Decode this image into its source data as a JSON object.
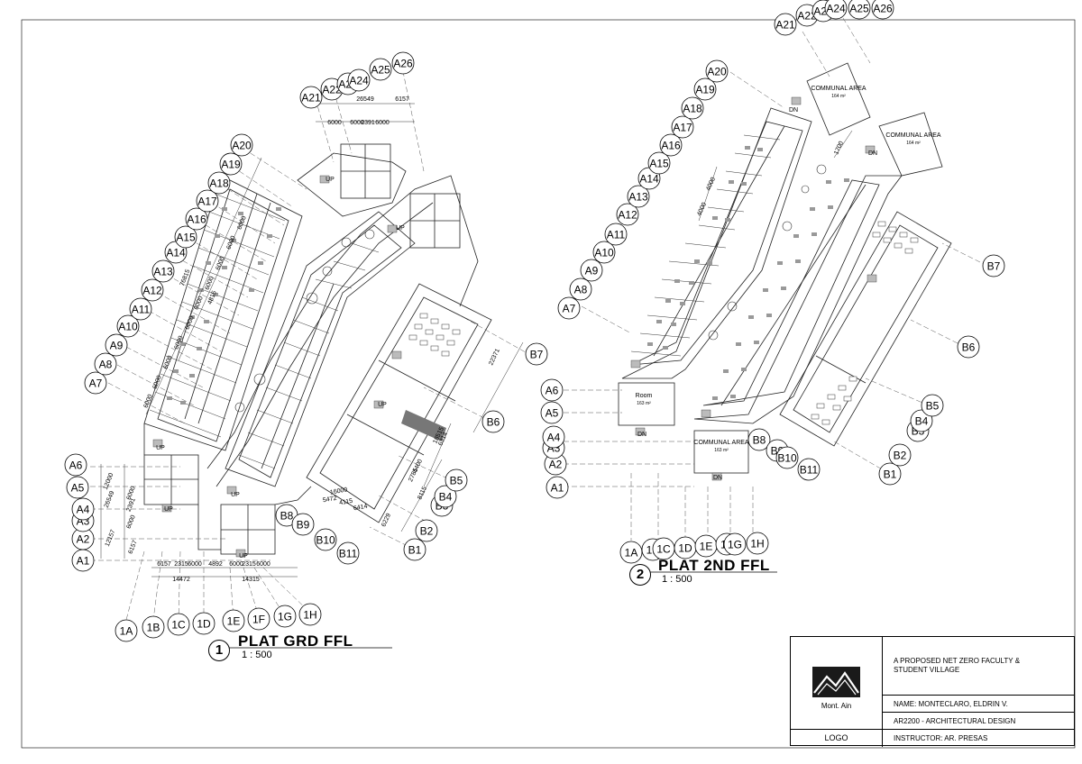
{
  "views": [
    {
      "number": "1",
      "title": "PLAT GRD FFL",
      "scale": "1 : 500"
    },
    {
      "number": "2",
      "title": "PLAT 2ND FFL",
      "scale": "1 : 500"
    }
  ],
  "title_block": {
    "project_line1": "A PROPOSED NET ZERO FACULTY &",
    "project_line2": "STUDENT VILLAGE",
    "name": "NAME: MONTECLARO, ELDRIN V.",
    "course": "AR2200 - ARCHITECTURAL DESIGN",
    "instructor": "INSTRUCTOR: AR. PRESAS",
    "logo_label": "LOGO",
    "brand": "Mont. Ain"
  },
  "plan1": {
    "grid_a_left": [
      "A1",
      "A2",
      "A3",
      "A4",
      "A5",
      "A6",
      "A7",
      "A8",
      "A9",
      "A10",
      "A11",
      "A12",
      "A13",
      "A14",
      "A15",
      "A16",
      "A17",
      "A18",
      "A19",
      "A20"
    ],
    "grid_a_top": [
      "A21",
      "A22",
      "A23",
      "A24",
      "A25",
      "A26"
    ],
    "grid_b": [
      "B1",
      "B2",
      "B3",
      "B4",
      "B5",
      "B6",
      "B7",
      "B8",
      "B9",
      "B10",
      "B11"
    ],
    "grid_1": [
      "1A",
      "1B",
      "1C",
      "1D",
      "1E",
      "1F",
      "1G",
      "1H"
    ],
    "dims_bottom": [
      "6157",
      "2315",
      "6000",
      "4892",
      "6000",
      "2315",
      "6000",
      "14472",
      "14315"
    ],
    "dims_top": [
      "26549",
      "6000",
      "6000",
      "2391",
      "6000",
      "6157"
    ],
    "dims_left": [
      "6000",
      "6000",
      "6000",
      "6000",
      "6000",
      "6000",
      "6000",
      "6000",
      "6000",
      "6000",
      "76815",
      "4815",
      "12000",
      "6000",
      "2391",
      "6000",
      "6157",
      "12157",
      "26549"
    ],
    "dims_right": [
      "22371",
      "18515",
      "6314",
      "8115",
      "2785",
      "4400",
      "5472",
      "4115",
      "6414",
      "6229",
      "16000"
    ],
    "labels_up": [
      "UP",
      "UP",
      "UP",
      "UP",
      "UP",
      "UP",
      "UP"
    ]
  },
  "plan2": {
    "grid_a_left": [
      "A1",
      "A2",
      "A3",
      "A4",
      "A5",
      "A6",
      "A7",
      "A8",
      "A9",
      "A10",
      "A11",
      "A12",
      "A13",
      "A14",
      "A15",
      "A16",
      "A17",
      "A18",
      "A19",
      "A20"
    ],
    "grid_a_top": [
      "A21",
      "A22",
      "A23",
      "A24",
      "A25",
      "A26"
    ],
    "grid_b": [
      "B1",
      "B2",
      "B3",
      "B4",
      "B5",
      "B6",
      "B7",
      "B8",
      "B9",
      "B10",
      "B11"
    ],
    "grid_1": [
      "1A",
      "1B",
      "1C",
      "1D",
      "1E",
      "1F",
      "1G",
      "1H"
    ],
    "rooms": [
      {
        "name": "COMMUNAL AREA",
        "area": "164 m²"
      },
      {
        "name": "COMMUNAL AREA",
        "area": "164 m²"
      },
      {
        "name": "Room",
        "area": "163 m²"
      },
      {
        "name": "COMMUNAL AREA",
        "area": "163 m²"
      }
    ],
    "dims": [
      "4000",
      "4000",
      "1700"
    ],
    "labels_dn": [
      "DN",
      "DN",
      "DN",
      "DN"
    ]
  }
}
